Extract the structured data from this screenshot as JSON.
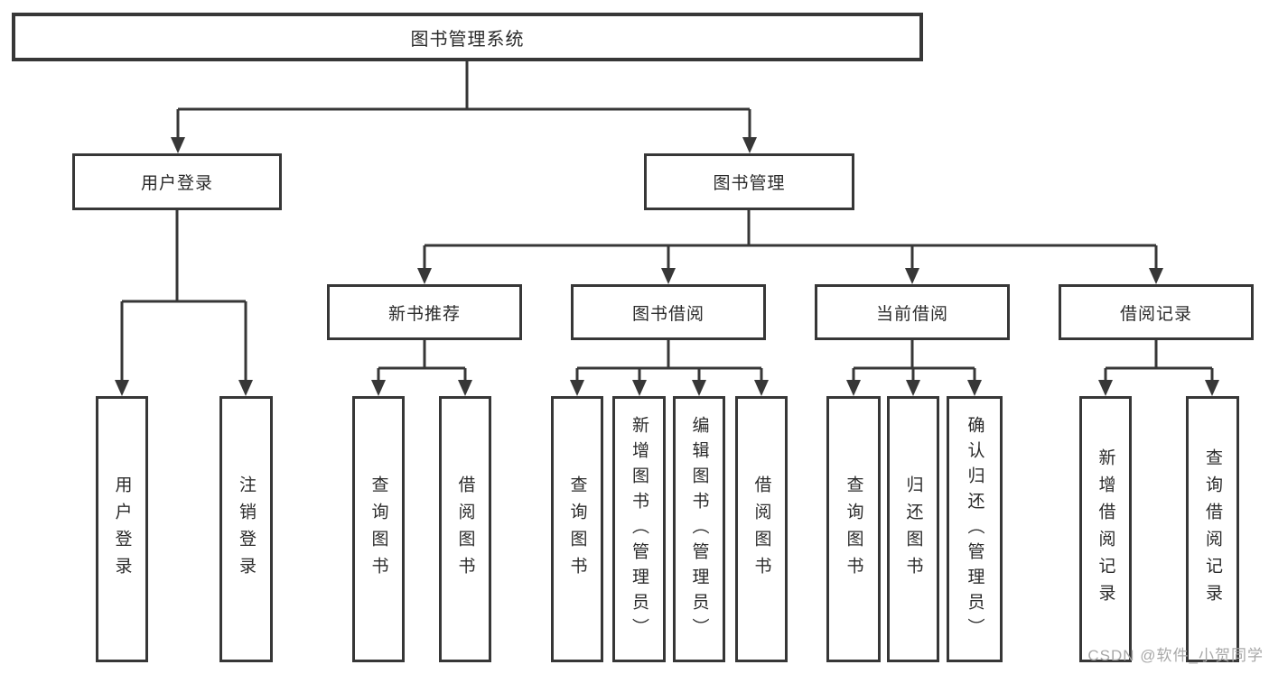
{
  "tree": {
    "root": "图书管理系统",
    "branches": [
      {
        "label": "用户登录",
        "children": [
          "用户登录",
          "注销登录"
        ]
      },
      {
        "label": "图书管理",
        "children": [
          {
            "label": "新书推荐",
            "children": [
              "查询图书",
              "借阅图书"
            ]
          },
          {
            "label": "图书借阅",
            "children": [
              "查询图书",
              "新增图书（管理员）",
              "编辑图书（管理员）",
              "借阅图书"
            ]
          },
          {
            "label": "当前借阅",
            "children": [
              "查询图书",
              "归还图书",
              "确认归还（管理员）"
            ]
          },
          {
            "label": "借阅记录",
            "children": [
              "新增借阅记录",
              "查询借阅记录"
            ]
          }
        ]
      }
    ]
  },
  "watermark": {
    "text": "CSDN @软件_小贺同学"
  },
  "colors": {
    "line": "#373737",
    "text": "#2b2b2b",
    "background": "#ffffff",
    "watermark": "#a8a8a8"
  }
}
